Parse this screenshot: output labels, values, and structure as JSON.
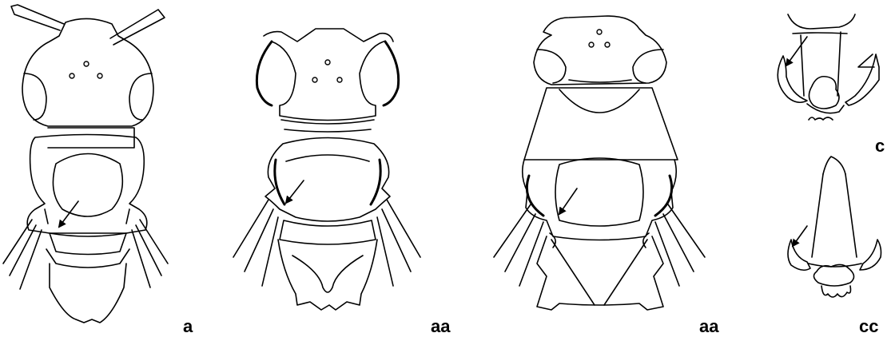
{
  "labels": {
    "panel_1": "a",
    "panel_2": "aa",
    "panel_3": "aa",
    "panel_4_top": "c",
    "panel_4_bottom": "cc"
  }
}
